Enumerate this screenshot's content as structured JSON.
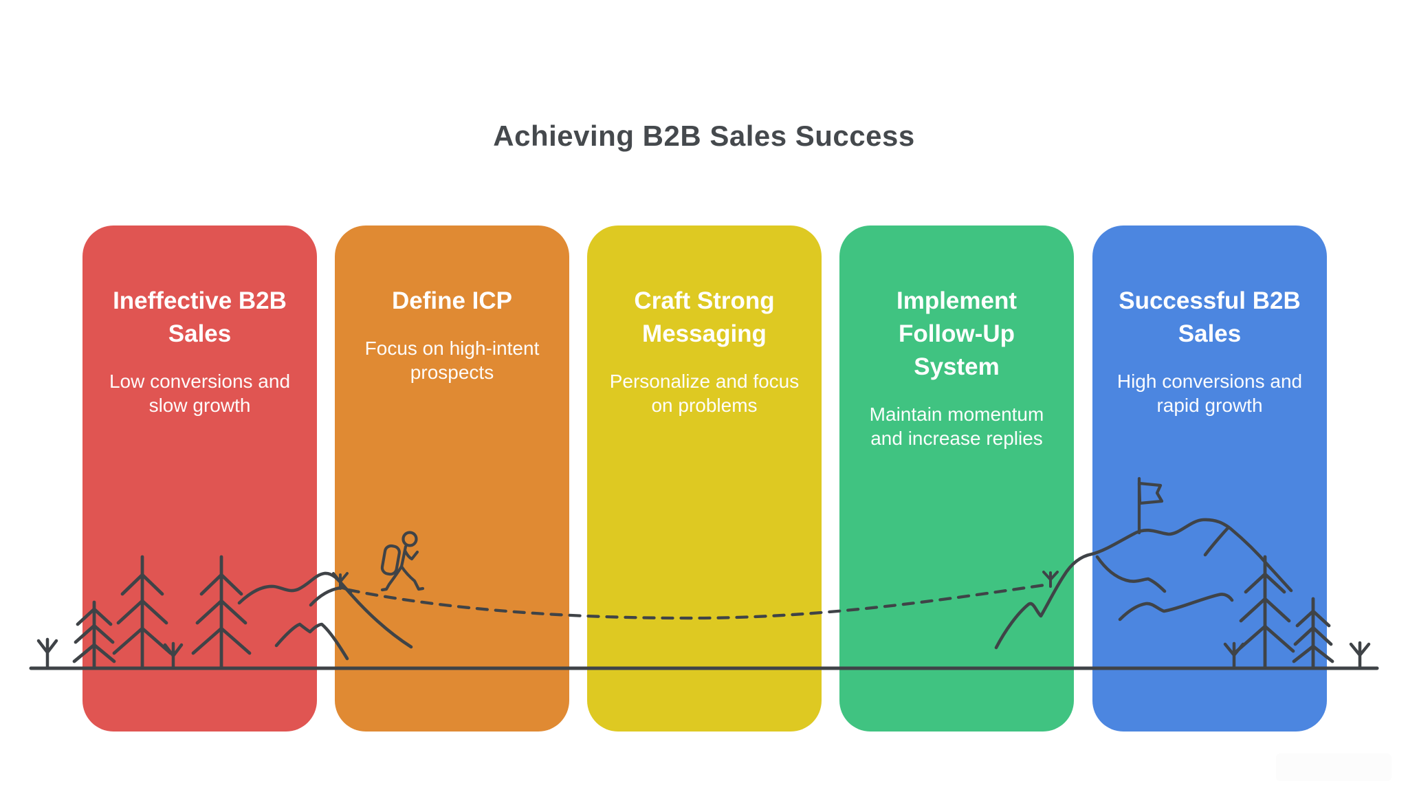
{
  "page": {
    "title": "Achieving B2B Sales Success",
    "title_color": "#45494d",
    "background_color": "#ffffff",
    "card_text_color": "#ffffff"
  },
  "cards": [
    {
      "title": "Ineffective B2B Sales",
      "description": "Low conversions and slow growth",
      "color": "#e05552"
    },
    {
      "title": "Define ICP",
      "description": "Focus on high-intent prospects",
      "color": "#e08a33"
    },
    {
      "title": "Craft Strong Messaging",
      "description": "Personalize and focus on problems",
      "color": "#dec922"
    },
    {
      "title": "Implement Follow-Up System",
      "description": "Maintain momentum and increase replies",
      "color": "#40c381"
    },
    {
      "title": "Successful B2B Sales",
      "description": "High conversions and rapid growth",
      "color": "#4c86e0"
    }
  ],
  "scenery": {
    "stroke_color": "#3f4347",
    "icons": [
      "sapling-icon",
      "pine-tree-icon",
      "mountain-icon",
      "hiker-icon",
      "dashed-trail-icon",
      "flag-icon",
      "ground-line"
    ]
  }
}
